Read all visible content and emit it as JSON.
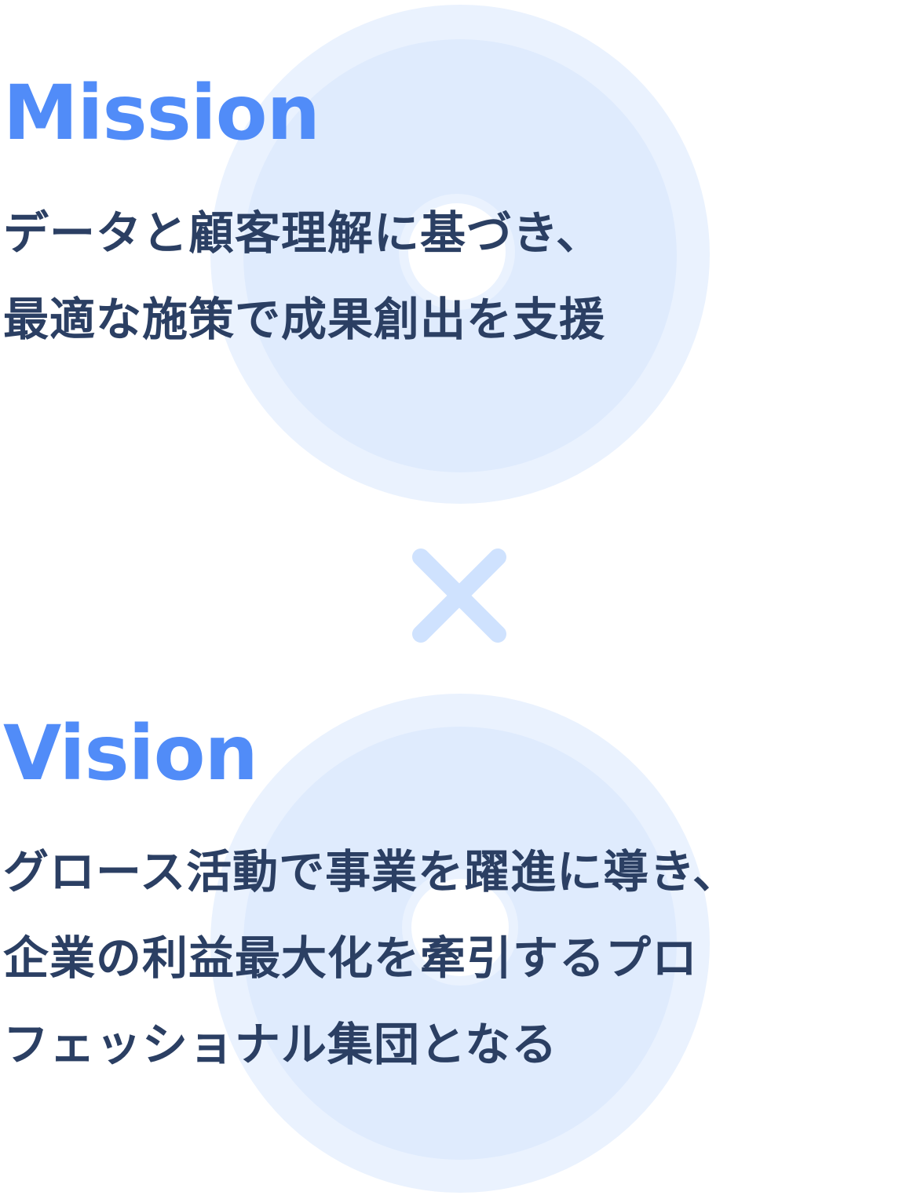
{
  "mission": {
    "title": "Mission",
    "lines": [
      "データと顧客理解に基づき、",
      "最適な施策で成果創出を支援"
    ]
  },
  "separator": {
    "icon": "multiply-icon",
    "color": "#cfe2fe"
  },
  "vision": {
    "title": "Vision",
    "lines": [
      "グロース活動で事業を躍進に導き、",
      "企業の利益最大化を牽引するプロ",
      "フェッショナル集団となる"
    ]
  },
  "colors": {
    "title": "#518cf8",
    "body": "#2b3f63",
    "circle_outer": "#eaf2fe",
    "circle_mid": "#dfebfd"
  }
}
